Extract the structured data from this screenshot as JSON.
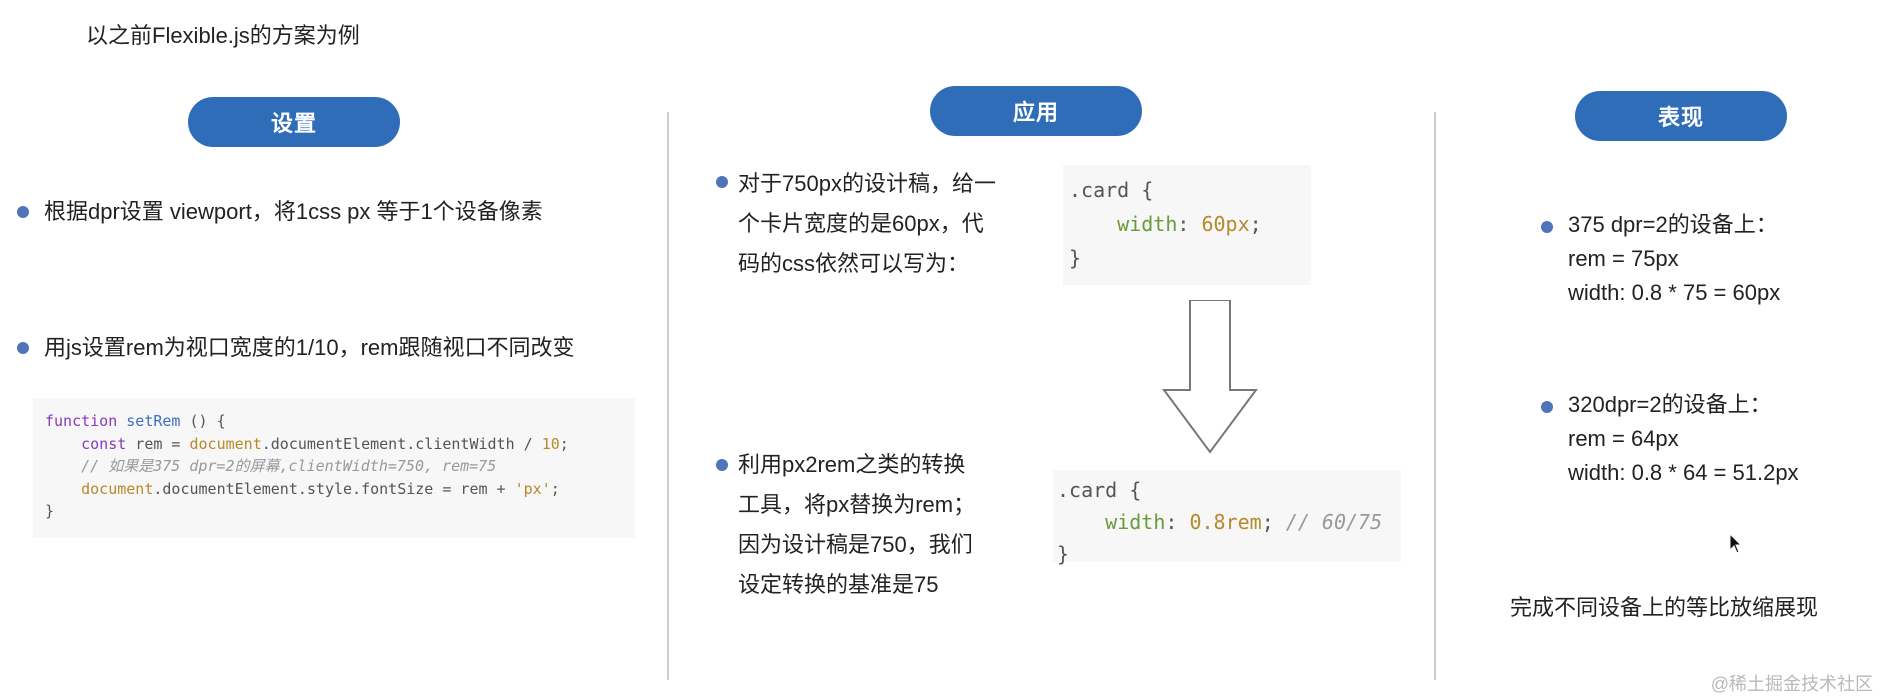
{
  "heading": "以之前Flexible.js的方案为例",
  "sections": {
    "setup": {
      "title": "设置",
      "bullet1": "根据dpr设置 viewport，将1css px 等于1个设备像素",
      "bullet2": "用js设置rem为视口宽度的1/10，rem跟随视口不同改变",
      "code": {
        "l1_kw": "function",
        "l1_fn": "setRem",
        "l1_rest": " () {",
        "l2_kw": "    const",
        "l2_a": " rem = ",
        "l2_val": "document",
        "l2_b": ".documentElement.clientWidth / ",
        "l2_num": "10",
        "l2_c": ";",
        "l3": "    // 如果是375 dpr=2的屏幕,clientWidth=750, rem=75",
        "l4_val": "    document",
        "l4_a": ".documentElement.style.fontSize = rem + ",
        "l4_str": "'px'",
        "l4_c": ";",
        "l5": "}"
      }
    },
    "apply": {
      "title": "应用",
      "text1": [
        "对于750px的设计稿，给一",
        "个卡片宽度的是60px，代",
        "码的css依然可以写为："
      ],
      "code1": {
        "sel": ".card {",
        "prop": "    width",
        "colon": ": ",
        "val": "60px",
        "end": ";",
        "close": "}"
      },
      "text2": [
        "利用px2rem之类的转换",
        "工具，将px替换为rem；",
        "因为设计稿是750，我们",
        "设定转换的基准是75"
      ],
      "code2": {
        "sel": ".card {",
        "prop": "    width",
        "colon": ": ",
        "val": "0.8rem",
        "end": "; ",
        "comment": "// 60/75",
        "close": "}"
      }
    },
    "result": {
      "title": "表现",
      "block1": [
        "375 dpr=2的设备上：",
        "rem = 75px",
        "width: 0.8 * 75 = 60px"
      ],
      "block2": [
        "320dpr=2的设备上：",
        "rem = 64px",
        "width: 0.8 * 64 = 51.2px"
      ],
      "summary": "完成不同设备上的等比放缩展现"
    }
  },
  "watermark": "@稀土掘金技术社区",
  "colors": {
    "pill": "#2f6db8",
    "bullet_dot": "#4f74b9",
    "code_bg": "#f6f7f6"
  }
}
